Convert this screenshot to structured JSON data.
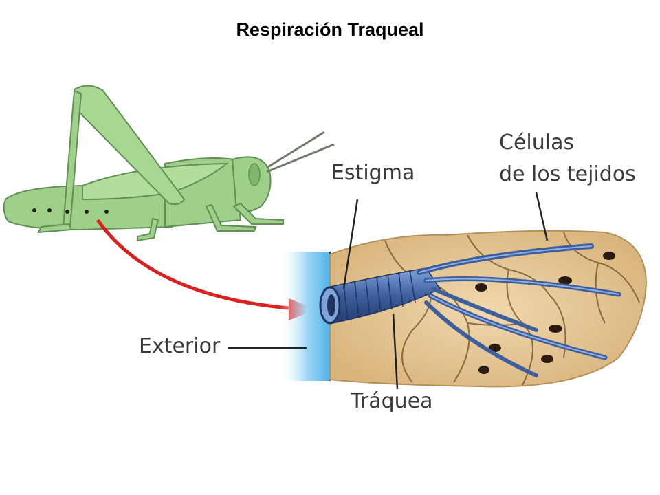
{
  "title": "Respiración Traqueal",
  "labels": {
    "estigma": "Estigma",
    "celulas_line1": "Células",
    "celulas_line2": "de los tejidos",
    "exterior": "Exterior",
    "traquea": "Tráquea"
  },
  "colors": {
    "insect": "#9ed08a",
    "insect_outline": "#5f8f52",
    "arrow": "#d9221f",
    "exterior": "#6fc2ef",
    "tissue": "#e6c898",
    "trachea": "#3e5f9e"
  }
}
